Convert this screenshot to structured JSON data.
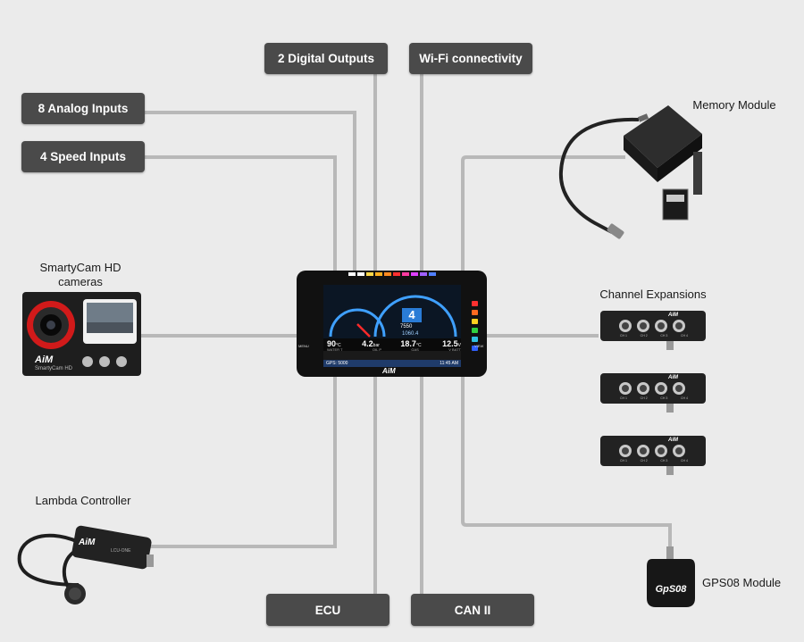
{
  "boxes": {
    "digital_outputs": "2 Digital Outputs",
    "wifi": "Wi-Fi connectivity",
    "analog_inputs": "8 Analog Inputs",
    "speed_inputs": "4 Speed Inputs",
    "ecu": "ECU",
    "can2": "CAN II"
  },
  "labels": {
    "memory_module": "Memory Module",
    "smartycam_line1": "SmartyCam HD",
    "smartycam_line2": "cameras",
    "channel_expansions": "Channel Expansions",
    "lambda_controller": "Lambda Controller",
    "gps08_module": "GPS08 Module"
  },
  "dash": {
    "gear": "4",
    "rpm": "7550",
    "readout": "1060.4",
    "values": [
      "90",
      "4.2",
      "18.7",
      "12.5"
    ],
    "value_units": [
      "°C",
      "bar",
      "°C",
      "V"
    ],
    "captions": [
      "WATER T",
      "OIL P",
      "GAS",
      "V BATT"
    ],
    "gps_text": "GPS: 5000",
    "clock": "11:45 AM",
    "left_button": "MENU",
    "right_button": "VIEW",
    "brand": "AiM"
  },
  "devices": {
    "smartycam_brand": "AiM",
    "smartycam_model": "SmartyCam HD",
    "lambda_brand": "AiM",
    "lambda_model": "LCU-ONE",
    "gps_text": "GpS08",
    "expansion_brand": "AiM",
    "expansion_ports": [
      "CH 1",
      "CH 2",
      "CH 3",
      "CH 4"
    ]
  },
  "colors": {
    "box_bg": "#4a4a4a",
    "wire": "#b8b8b8",
    "background": "#ebebeb",
    "dash_accent": "#3fa0ff"
  }
}
